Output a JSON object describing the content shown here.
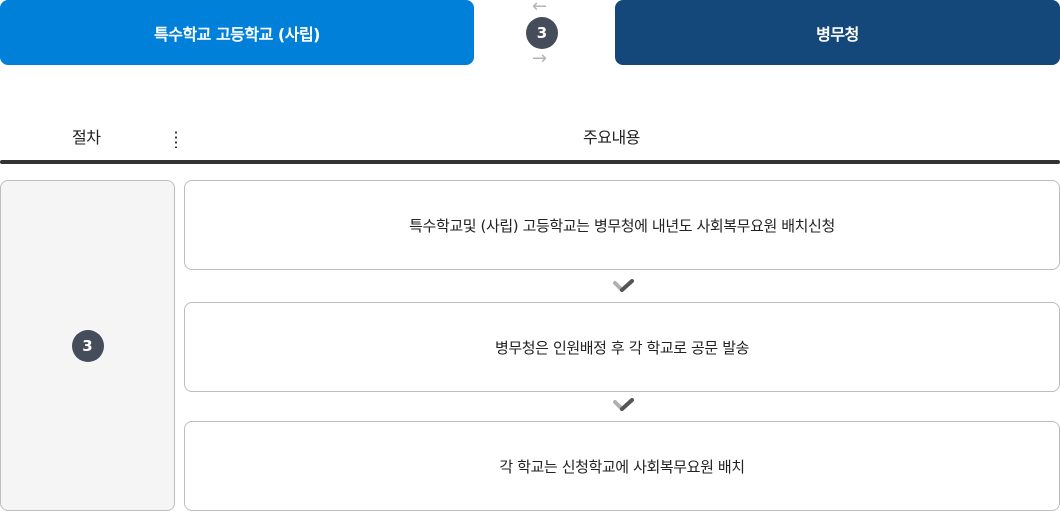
{
  "flow": {
    "left_org": "특수학교 고등학교 (사립)",
    "right_org": "병무청",
    "step_number": "3",
    "arrow_left": "←",
    "arrow_right": "→"
  },
  "table": {
    "headers": {
      "procedure": "절차",
      "main_content": "주요내용"
    },
    "step": "3",
    "items": [
      "특수학교및 (사립) 고등학교는 병무청에 내년도 사회복무요원 배치신청",
      "병무청은 인원배정 후 각 학교로 공문 발송",
      "각 학교는 신청학교에 사회복무요원 배치"
    ]
  },
  "colors": {
    "left_org_bg": "#0080d8",
    "right_org_bg": "#14477a",
    "badge_bg": "#464d5a",
    "header_rule": "#333333",
    "proc_cell_bg": "#f5f5f5"
  }
}
